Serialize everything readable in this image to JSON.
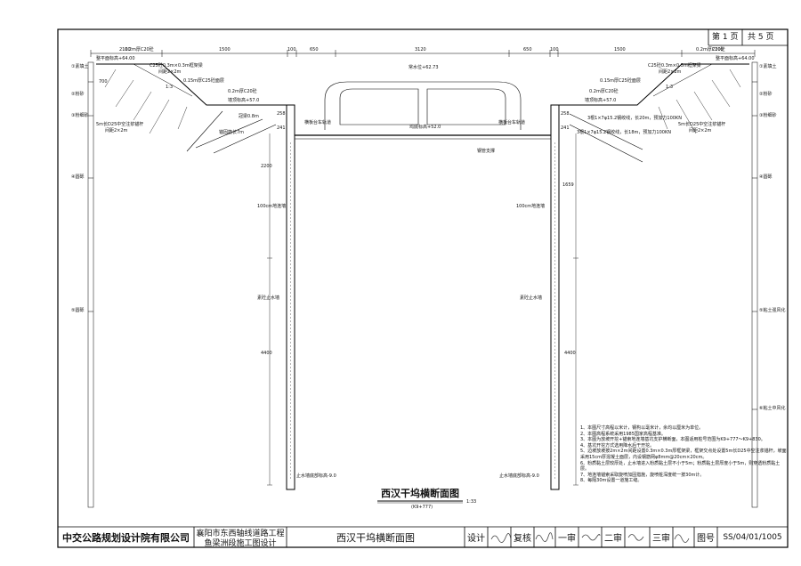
{
  "sheet": {
    "page_label": "第 1 页",
    "total_label": "共 5 页"
  },
  "top_dims": [
    "2100",
    "1500",
    "100",
    "650",
    "3120",
    "650",
    "100",
    "1500",
    "2100"
  ],
  "left": {
    "elev_top": "整平面标高+64.00",
    "shotcrete_top": "0.2m厚C20砼",
    "frame_beam": "C25砼0.3m×0.3m框架梁",
    "frame_spacing": "间距2×2m",
    "slope_13": "1:3",
    "berm_shotcrete": "0.15m厚C25砼面层",
    "shotcrete_mid": "0.2m厚C20砼",
    "berm_elev": "墙顶标高+57.0",
    "anchor": "5m长D25中空注浆锚杆",
    "anchor_spacing": "间距2×2m",
    "nail": "锚固筋长7m",
    "crown_beam": "冠梁0.8m",
    "dim_258": "258",
    "dim_241": "241",
    "dim_700": "700",
    "wall_upper_dim": "2200",
    "wall_lower_dim": "4400",
    "wall_label": "100cm地连墙",
    "stop_label": "素砼止水墙",
    "bottom_label": "止水墙底部标高-9.0"
  },
  "center": {
    "water_level": "常水位+62.73",
    "left_track": "横板台车轨道",
    "base_elev": "坞底标高+52.0",
    "right_track": "横板台车轨道",
    "strut": "钢管支撑"
  },
  "right": {
    "elev_top": "整平面标高+64.00",
    "shotcrete_top": "0.2m厚C20砼",
    "frame_beam": "C25砼0.3m×0.3m框架梁",
    "frame_spacing": "间距2×2m",
    "slope_13": "1:3",
    "berm_shotcrete": "0.15m厚C25砼面层",
    "shotcrete_mid": "0.2m厚C20砼",
    "berm_elev": "墙顶标高+57.0",
    "anchor": "5m长D25中空注浆锚杆",
    "anchor_spacing": "间距2×2m",
    "cable1": "3根1×7φ15.2钢绞线，长20m，预加力100KN",
    "cable2": "3根1×7φ15.2钢绞线，长18m，预加力100KN",
    "dim_258": "258",
    "dim_241": "241",
    "wall_upper_dim": "1659",
    "wall_lower_dim": "4400",
    "wall_label": "100cm地连墙",
    "stop_label": "素砼止水墙",
    "bottom_label": "止水墙底部标高-9.0"
  },
  "strata_left": [
    "①素填土",
    "②粉砂",
    "③粉细砂",
    "④圆砾",
    "⑤圆砾"
  ],
  "strata_right": [
    "①素填土",
    "②粉砂",
    "③粉细砂",
    "④圆砾",
    "⑤粘土强风化",
    "⑥粘土中风化"
  ],
  "drawing_title": "西汉干坞横断面图",
  "drawing_subtitle": "(K9+777)",
  "drawing_scale": "1:33",
  "notes": [
    "1、本图尺寸高程以米计，钢构以毫米计，余均以厘米为单位。",
    "2、本图高程系统采用1985国家高程基准。",
    "3、本图为放坡开挖+锚索地连墙基坑支护横断面，本图适用桩号范围为K9+777～K9+830。",
    "4、基坑开挖方式选用降水后干开挖。",
    "5、边坡放坡按2m×2m间距设置0.3m×0.3m厚框架梁，框架交点处设置5m长D25中空注浆锚杆，坡面采用15cm厚混凝土面层，内设钢筋网φ8mm@20cm×20cm。",
    "6、粉质黏土层较厚处，止水墙进入粉质黏土层不小于5m；粉质黏土层厚度小于5m，则穿透粉质黏土层。",
    "7、地连墙锚索采取旋喷加固措施，旋喷桩深度统一按30m计。",
    "8、每隔30m设置一道施工缝。"
  ],
  "titleblock": {
    "company": "中交公路规划设计院有限公司",
    "project1": "襄阳市东西轴线道路工程",
    "project2": "鱼梁洲段施工图设计",
    "title": "西汉干坞横断面图",
    "design_label": "设计",
    "review_label": "复核",
    "check1_label": "一审",
    "check2_label": "二审",
    "check3_label": "三审",
    "dwg_label": "图号",
    "dwg_no": "SS/04/01/1005"
  }
}
